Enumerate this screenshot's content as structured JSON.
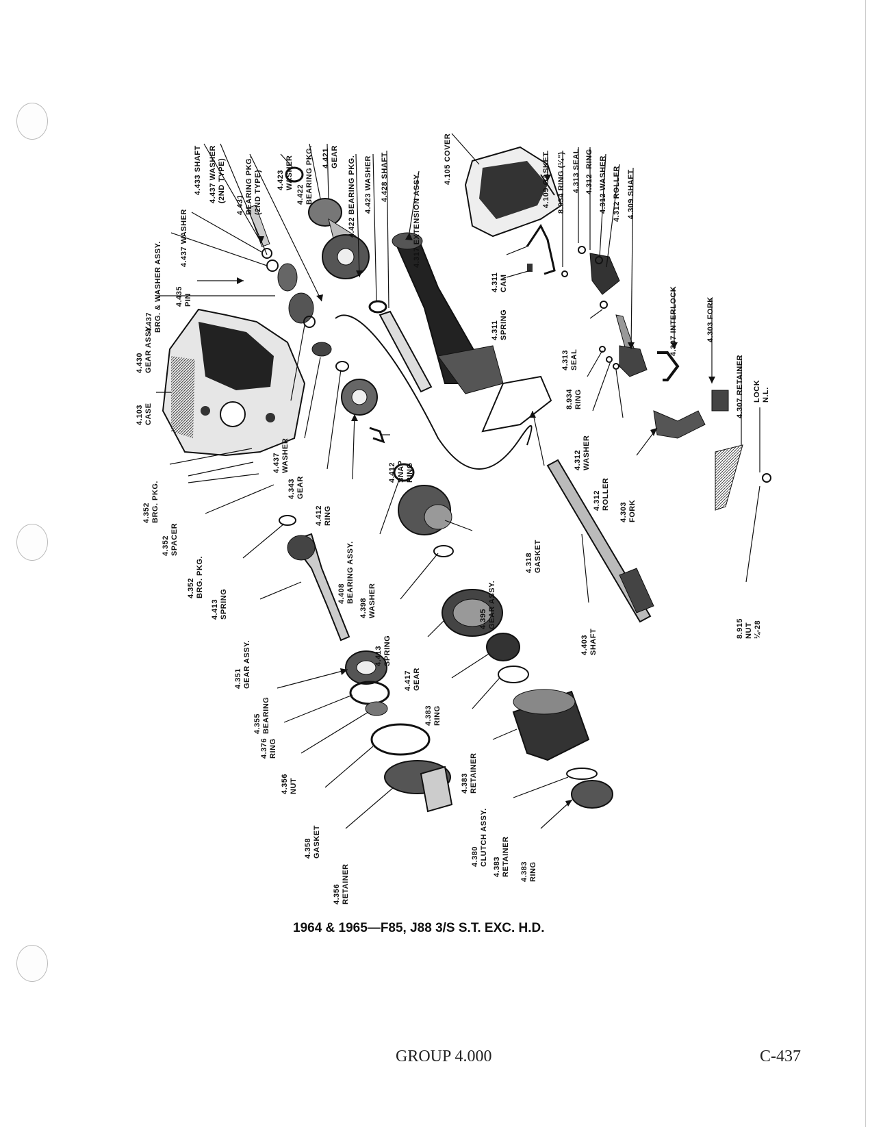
{
  "caption": "1964 & 1965—F85, J88 3/S S.T. EXC. H.D.",
  "footer": {
    "group": "GROUP 4.000",
    "page_number": "C-437"
  },
  "labels": [
    {
      "text": "4.433 SHAFT"
    },
    {
      "text": "4.437 WASHER\n(2ND TYPE)"
    },
    {
      "text": "4.431\nBEARING PKG.\n(2ND TYPE)"
    },
    {
      "text": "4.423\nWASHER"
    },
    {
      "text": "4.422\nBEARING PKG."
    },
    {
      "text": "4.421\nGEAR"
    },
    {
      "text": "4.422 BEARING PKG."
    },
    {
      "text": "4.423 WASHER"
    },
    {
      "text": "4.428 SHAFT"
    },
    {
      "text": "4.317 EXTENSION ASSY."
    },
    {
      "text": "4.105 COVER"
    },
    {
      "text": "4.109 GASKET"
    },
    {
      "text": "8.934 RING (¼\")"
    },
    {
      "text": "4.313 SEAL"
    },
    {
      "text": "4.312  RING"
    },
    {
      "text": "4.312 WASHER"
    },
    {
      "text": "4.312 ROLLER"
    },
    {
      "text": "4.309 SHAFT"
    },
    {
      "text": "4.437 WASHER"
    },
    {
      "text": "4.437\nBRG. & WASHER ASSY."
    },
    {
      "text": "4.435\nPIN"
    },
    {
      "text": "4.430\nGEAR ASSY."
    },
    {
      "text": "4.103\nCASE"
    },
    {
      "text": "4.311\nCAM"
    },
    {
      "text": "4.311\nSPRING"
    },
    {
      "text": "4.307 INTERLOCK"
    },
    {
      "text": "4.303 FORK"
    },
    {
      "text": "4.307 RETAINER"
    },
    {
      "text": "LOCK\nN.L."
    },
    {
      "text": "4.313\nSEAL"
    },
    {
      "text": "8.934\nRING"
    },
    {
      "text": "4.312\nWASHER"
    },
    {
      "text": "4.312\nROLLER"
    },
    {
      "text": "4.303\nFORK"
    },
    {
      "text": "4.437\nWASHER"
    },
    {
      "text": "4.352\nBRG. PKG."
    },
    {
      "text": "4.352\nSPACER"
    },
    {
      "text": "4.352\nBRG. PKG."
    },
    {
      "text": "4.343\nGEAR"
    },
    {
      "text": "4.412\nRING"
    },
    {
      "text": "4.408\nBEARING ASSY."
    },
    {
      "text": "4.412\nSNAP\nRING"
    },
    {
      "text": "4.318\nGASKET"
    },
    {
      "text": "4.413\nSPRING"
    },
    {
      "text": "4.398\nWASHER"
    },
    {
      "text": "4.395\nGEAR ASSY."
    },
    {
      "text": "4.351\nGEAR ASSY."
    },
    {
      "text": "4.413\nSPRING"
    },
    {
      "text": "4.403\nSHAFT"
    },
    {
      "text": "8.915\nNUT\n¼-28"
    },
    {
      "text": "4.417\nGEAR"
    },
    {
      "text": "4.355\nBEARING"
    },
    {
      "text": "4.383\nRING"
    },
    {
      "text": "4.376\nRING"
    },
    {
      "text": "4.383\nRETAINER"
    },
    {
      "text": "4.356\nNUT"
    },
    {
      "text": "4.380\nCLUTCH ASSY."
    },
    {
      "text": "4.358\nGASKET"
    },
    {
      "text": "4.383\nRETAINER"
    },
    {
      "text": "4.356\nRETAINER"
    },
    {
      "text": "4.383\nRING"
    }
  ]
}
